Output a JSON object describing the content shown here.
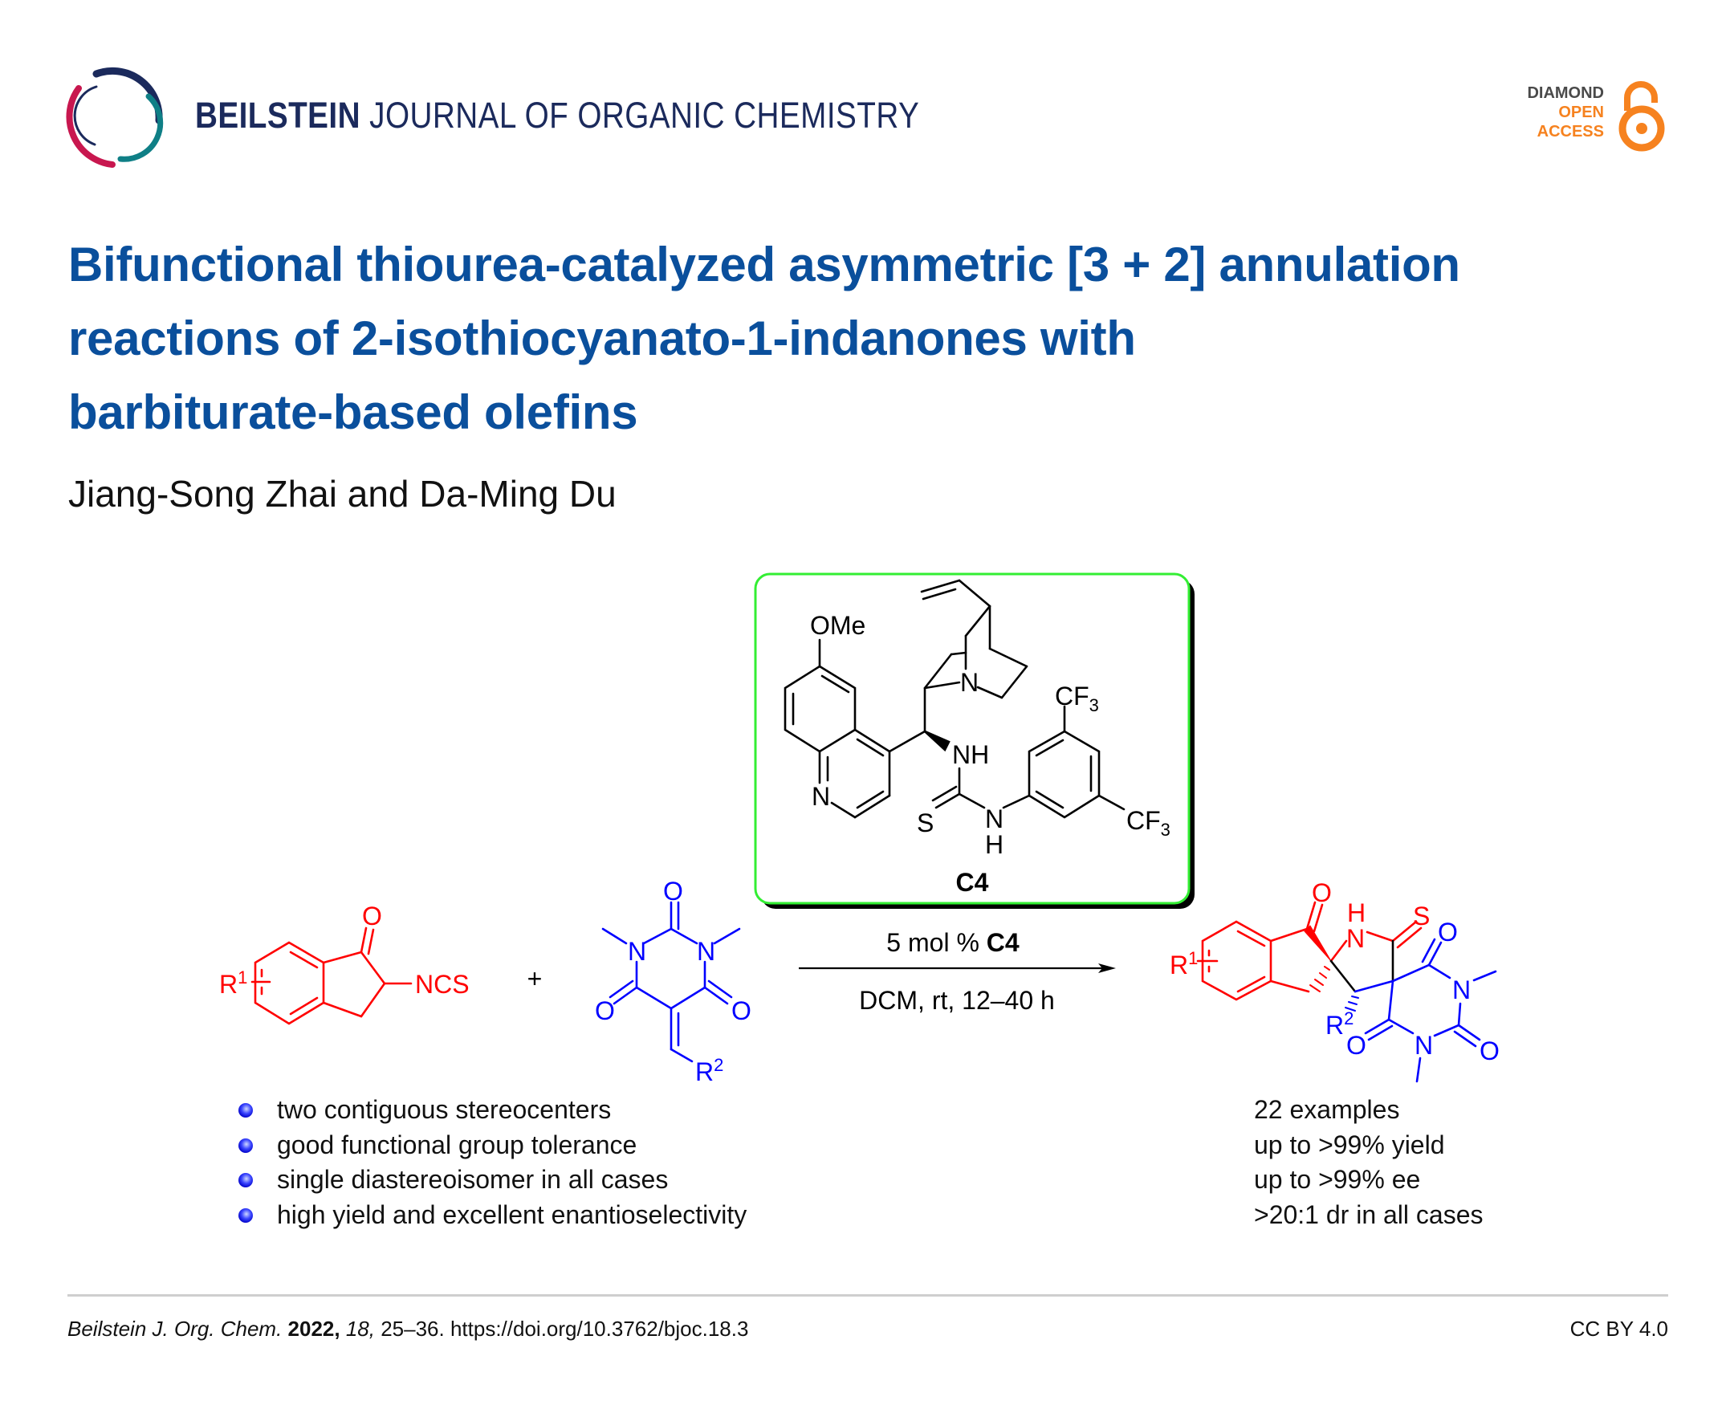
{
  "header": {
    "journal_bold": "BEILSTEIN",
    "journal_rest": " JOURNAL OF ORGANIC CHEMISTRY",
    "oa_badge": {
      "line1": "DIAMOND",
      "line2": "OPEN",
      "line3": "ACCESS"
    }
  },
  "article": {
    "title_lines": [
      "Bifunctional thiourea-catalyzed asymmetric [3 + 2] annulation",
      "reactions of 2-isothiocyanato-1-indanones with",
      "barbiturate-based olefins"
    ],
    "authors": "Jiang-Song Zhai and Da-Ming Du"
  },
  "scheme": {
    "catalyst": {
      "label": "C4",
      "ome": "OMe",
      "n_quinoline": "N",
      "n_quinuclidine": "N",
      "nh": "NH",
      "s": "S",
      "n": "N",
      "h": "H",
      "cf": "CF",
      "sub3": "3"
    },
    "reactant1": {
      "o": "O",
      "ncs": "NCS",
      "r": "R",
      "sup1": "1"
    },
    "plus": "+",
    "reactant2": {
      "o": "O",
      "n": "N",
      "r": "R",
      "sup2": "2"
    },
    "conditions": {
      "loading": "5 mol % ",
      "catalyst": "C4",
      "solvent_time": "DCM, rt, 12–40 h"
    },
    "product": {
      "o": "O",
      "n": "N",
      "h": "H",
      "s": "S",
      "r": "R",
      "sup1": "1",
      "sup2": "2"
    },
    "features": [
      "two contiguous stereocenters",
      "good functional group tolerance",
      "single diastereoisomer in all cases",
      "high yield and excellent enantioselectivity"
    ],
    "results": [
      "22 examples",
      "up to >99% yield",
      "up to >99% ee",
      ">20:1 dr in all cases"
    ]
  },
  "footer": {
    "journal": "Beilstein J. Org. Chem.",
    "year": " 2022,",
    "volume": " 18,",
    "pages_doi": " 25–36. https://doi.org/10.3762/bjoc.18.3",
    "license": "CC BY 4.0"
  },
  "colors": {
    "title": "#0a4f9c",
    "journal": "#1b2a5c",
    "oa_orange": "#f6821f",
    "catalyst_box": "#33ee33",
    "indanone": "#ff0000",
    "barbiturate": "#0000ff"
  }
}
